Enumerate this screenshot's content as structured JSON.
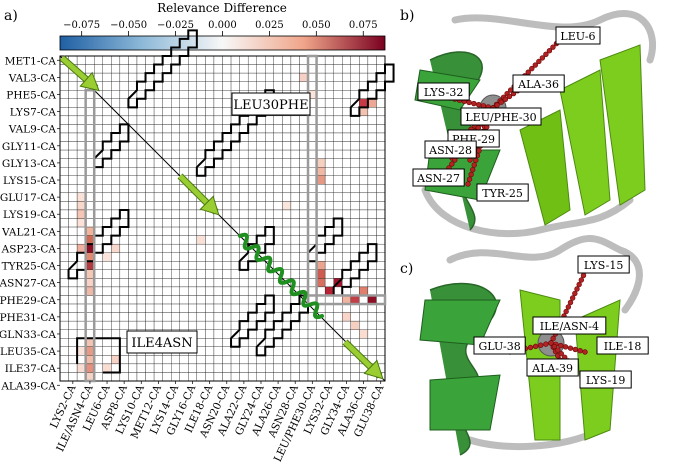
{
  "panel_a": {
    "label": "a)",
    "colorbar": {
      "title": "Relevance Difference",
      "ticks": [
        "−0.075",
        "−0.050",
        "−0.025",
        "0.000",
        "0.025",
        "0.050",
        "0.075"
      ],
      "colors": {
        "neg": "#1f5fa3",
        "mid": "#f7f7f7",
        "pos": "#7a0020"
      }
    },
    "row_labels": [
      "MET1-CA",
      "VAL3-CA",
      "PHE5-CA",
      "LYS7-CA",
      "VAL9-CA",
      "GLY11-CA",
      "GLY13-CA",
      "LYS15-CA",
      "GLU17-CA",
      "LYS19-CA",
      "VAL21-CA",
      "ASP23-CA",
      "TYR25-CA",
      "ASN27-CA",
      "PHE29-CA",
      "PHE31-CA",
      "GLN33-CA",
      "LEU35-CA",
      "ILE37-CA",
      "ALA39-CA"
    ],
    "col_labels": [
      "LYS2-CA",
      "ILE/ASN4-CA",
      "LEU6-CA",
      "ASP8-CA",
      "LYS10-CA",
      "MET12-CA",
      "LYS14-CA",
      "GLY16-CA",
      "ILE18-CA",
      "ASN20-CA",
      "ALA22-CA",
      "GLY24-CA",
      "ALA26-CA",
      "ASN28-CA",
      "LEU/PHE30-CA",
      "LYS32-CA",
      "GLY34-CA",
      "ALA36-CA",
      "GLU38-CA"
    ],
    "annotations": {
      "top": "LEU30PHE",
      "bottom": "ILE4ASN"
    }
  },
  "panel_b": {
    "label": "b)",
    "residues": [
      "LEU-6",
      "ALA-36",
      "LYS-32",
      "LEU/PHE-30",
      "PHE-29",
      "ASN-28",
      "ASN-27",
      "TYR-25"
    ]
  },
  "panel_c": {
    "label": "c)",
    "residues": [
      "LYS-15",
      "ILE/ASN-4",
      "GLU-38",
      "ILE-18",
      "ALA-39",
      "LYS-19"
    ]
  },
  "colors": {
    "helix_dark": "#2e8b2e",
    "strand_light": "#7ccd1e",
    "coil": "#b8b8b8",
    "arrow": "#9acd32",
    "wave": "#1f8f1f",
    "contact": "#b22222"
  }
}
